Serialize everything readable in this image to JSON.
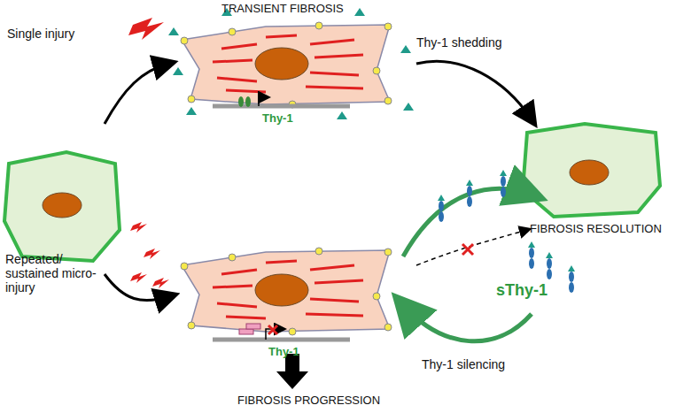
{
  "diagram": {
    "labels": [
      "TRANSIENT FIBROSIS",
      "Single injury",
      "Thy-1 shedding",
      "Thy-1",
      "FIBROSIS RESOLUTION",
      "Repeated/ sustained micro-injury",
      "sThy-1",
      "Thy-1",
      "Thy-1 silencing",
      "FIBROSIS PROGRESSION"
    ]
  }
}
